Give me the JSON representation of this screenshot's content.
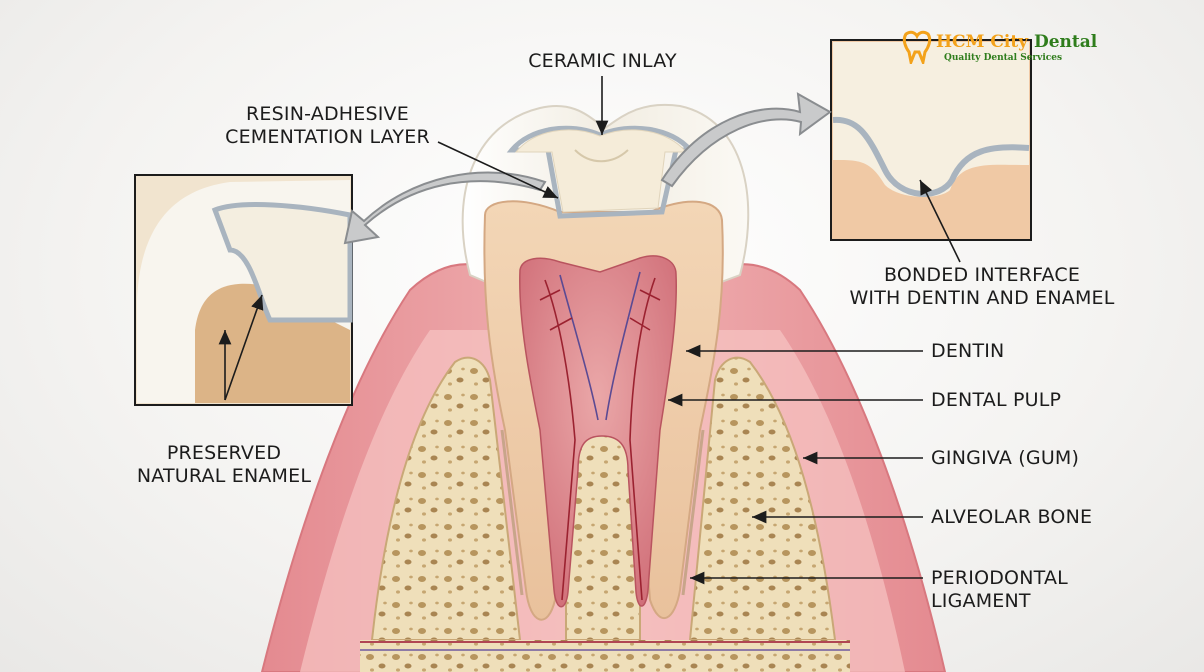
{
  "brand": {
    "name_highlight": "HCM City",
    "name_rest": "Dental",
    "tagline": "Quality Dental Services",
    "colors": {
      "green": "#2f7d1c",
      "orange": "#f3a21b"
    }
  },
  "labels": {
    "ceramic_inlay": "CERAMIC INLAY",
    "resin_adhesive": "RESIN-ADHESIVE\nCEMENTATION LAYER",
    "bonded_interface": "BONDED INTERFACE\nWITH DENTIN AND ENAMEL",
    "preserved_enamel": "PRESERVED\nNATURAL ENAMEL",
    "dentin": "DENTIN",
    "dental_pulp": "DENTAL PULP",
    "gingiva": "GINGIVA (GUM)",
    "alveolar_bone": "ALVEOLAR BONE",
    "periodontal_ligament": "PERIODONTAL\nLIGAMENT"
  },
  "colors": {
    "gum": "#e58e93",
    "bone": "#efe0bd",
    "dentin": "#f0d0ac",
    "pulp": "#d9858c",
    "enamel": "#f7f3ea",
    "inlay": "#f5ecd9",
    "cement": "#a9b4bf",
    "arrow": "#8a8d90"
  }
}
